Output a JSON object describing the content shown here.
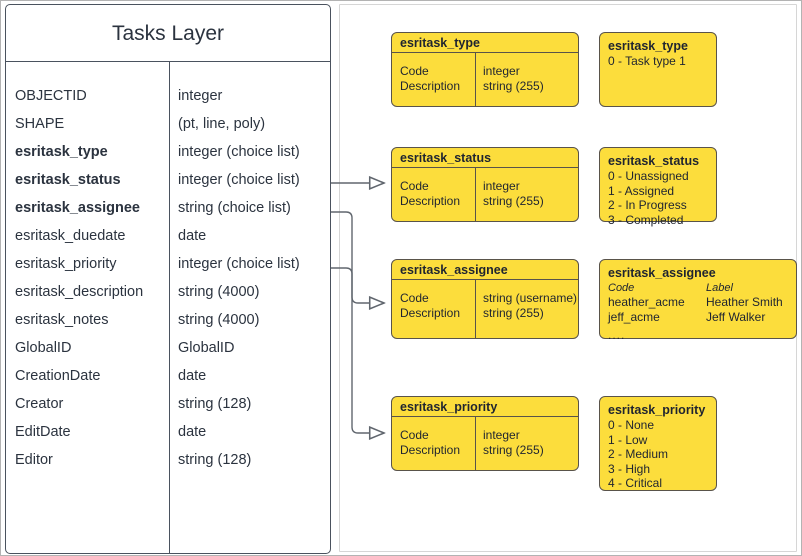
{
  "entity": {
    "title": "Tasks Layer",
    "fields": [
      {
        "name": "OBJECTID",
        "type": "integer",
        "bold": false
      },
      {
        "name": "SHAPE",
        "type": "(pt, line, poly)",
        "bold": false
      },
      {
        "name": "esritask_type",
        "type": "integer (choice list)",
        "bold": true
      },
      {
        "name": "esritask_status",
        "type": "integer (choice list)",
        "bold": true
      },
      {
        "name": "esritask_assignee",
        "type": "string (choice list)",
        "bold": true
      },
      {
        "name": "esritask_duedate",
        "type": "date",
        "bold": false
      },
      {
        "name": "esritask_priority",
        "type": "integer (choice list)",
        "bold": false
      },
      {
        "name": "esritask_description",
        "type": "string (4000)",
        "bold": false
      },
      {
        "name": "esritask_notes",
        "type": "string (4000)",
        "bold": false
      },
      {
        "name": "GlobalID",
        "type": "GlobalID",
        "bold": false
      },
      {
        "name": "CreationDate",
        "type": "date",
        "bold": false
      },
      {
        "name": "Creator",
        "type": "string (128)",
        "bold": false
      },
      {
        "name": "EditDate",
        "type": "date",
        "bold": false
      },
      {
        "name": "Editor",
        "type": "string (128)",
        "bold": false
      }
    ]
  },
  "domains": [
    {
      "title": "esritask_type",
      "col_a": [
        "Code",
        "Description"
      ],
      "col_b": [
        "integer",
        "string (255)"
      ]
    },
    {
      "title": "esritask_status",
      "col_a": [
        "Code",
        "Description"
      ],
      "col_b": [
        "integer",
        "string (255)"
      ]
    },
    {
      "title": "esritask_assignee",
      "col_a": [
        "Code",
        "Description"
      ],
      "col_b": [
        "string  (username)",
        "string (255)"
      ]
    },
    {
      "title": "esritask_priority",
      "col_a": [
        "Code",
        "Description"
      ],
      "col_b": [
        "integer",
        "string (255)"
      ]
    }
  ],
  "values": {
    "type": {
      "title": "esritask_type",
      "lines": [
        "0 - Task type 1"
      ]
    },
    "status": {
      "title": "esritask_status",
      "lines": [
        "0 - Unassigned",
        "1 - Assigned",
        "2 - In Progress",
        "3 - Completed"
      ]
    },
    "assignee": {
      "title": "esritask_assignee",
      "header": {
        "code": "Code",
        "label": "Label"
      },
      "rows": [
        {
          "code": "heather_acme",
          "label": "Heather Smith"
        },
        {
          "code": "jeff_acme",
          "label": "Jeff Walker"
        }
      ],
      "ellipsis": "...."
    },
    "priority": {
      "title": "esritask_priority",
      "lines": [
        "0 - None",
        "1 - Low",
        "2 - Medium",
        "3 - High",
        "4 - Critical"
      ]
    }
  },
  "colors": {
    "domain_fill": "#fcdd3c",
    "domain_stroke": "#59534a",
    "entity_stroke": "#4a525e",
    "connector": "#60666e"
  }
}
